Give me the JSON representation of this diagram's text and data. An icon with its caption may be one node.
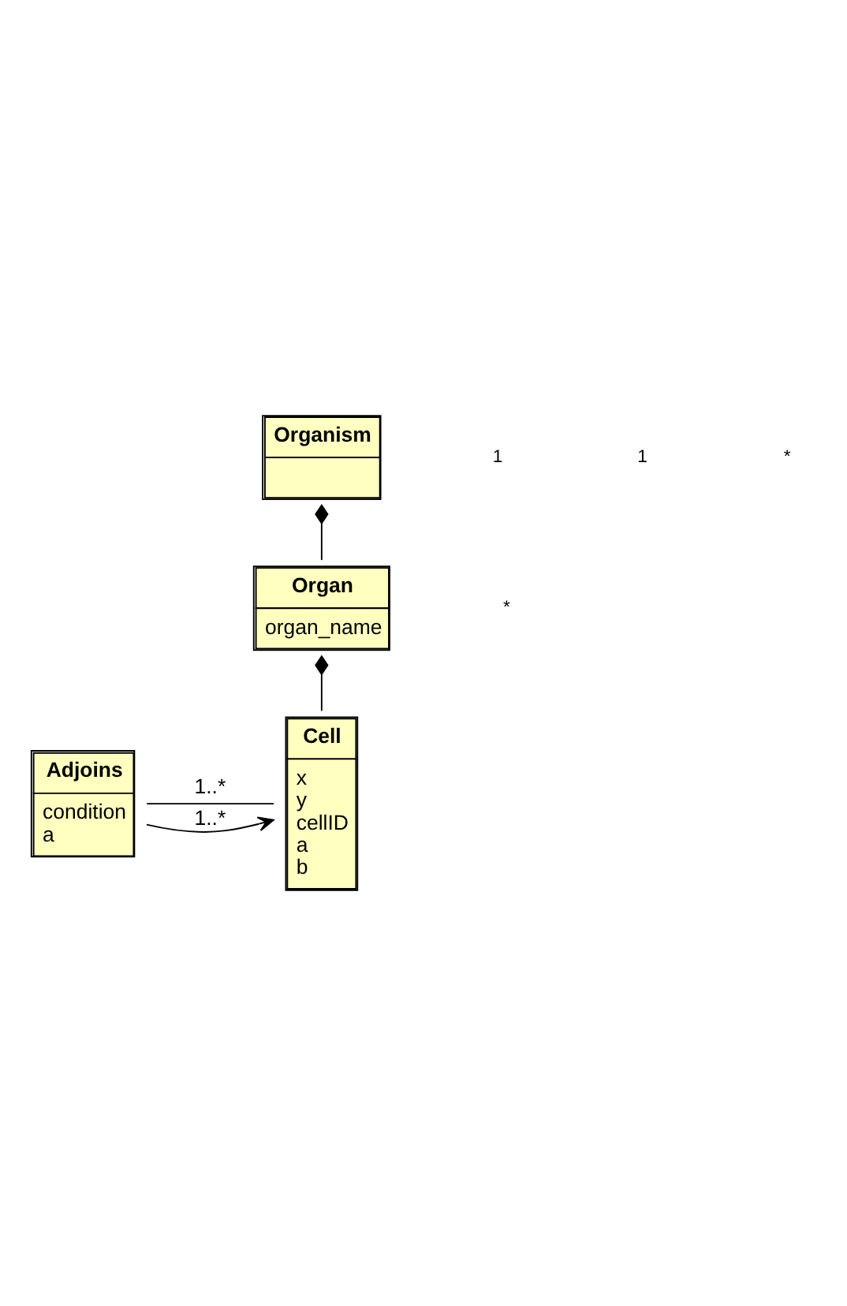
{
  "diagram": {
    "nodes": [
      {
        "text": [
          "Organism"
        ]
      },
      {
        "text": [
          "Organ",
          "organ_name"
        ]
      },
      {
        "text": [
          "Cell",
          "x",
          "y",
          "cellID",
          "a",
          "b"
        ]
      },
      {
        "text": [
          "Adjoins",
          "condition",
          "a"
        ]
      }
    ],
    "edges": [
      {
        "from": 0,
        "to": 1,
        "arrow": "other"
      },
      {
        "from": 1,
        "to": 2,
        "arrow": "other"
      },
      {
        "from": 3,
        "to": 2,
        "arrow": "none",
        "label": "1..*"
      },
      {
        "from": 3,
        "to": 2,
        "arrow": "to",
        "label": "1..*"
      }
    ],
    "labels": [
      "1",
      "*",
      "1",
      "*"
    ]
  }
}
